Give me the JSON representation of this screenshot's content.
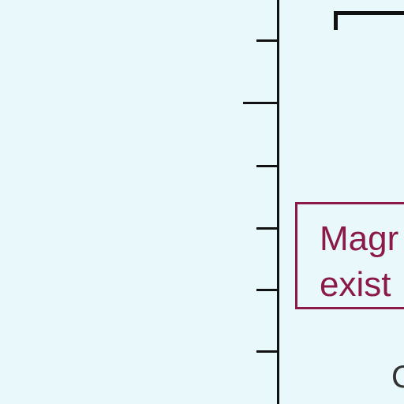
{
  "diagram": {
    "callout": {
      "line1": "Magr",
      "line2": "exist"
    },
    "corner_text": "C",
    "colors": {
      "background": "#e8f8fb",
      "axis": "#111111",
      "callout": "#8b1a4a",
      "corner_text": "#333333"
    }
  }
}
